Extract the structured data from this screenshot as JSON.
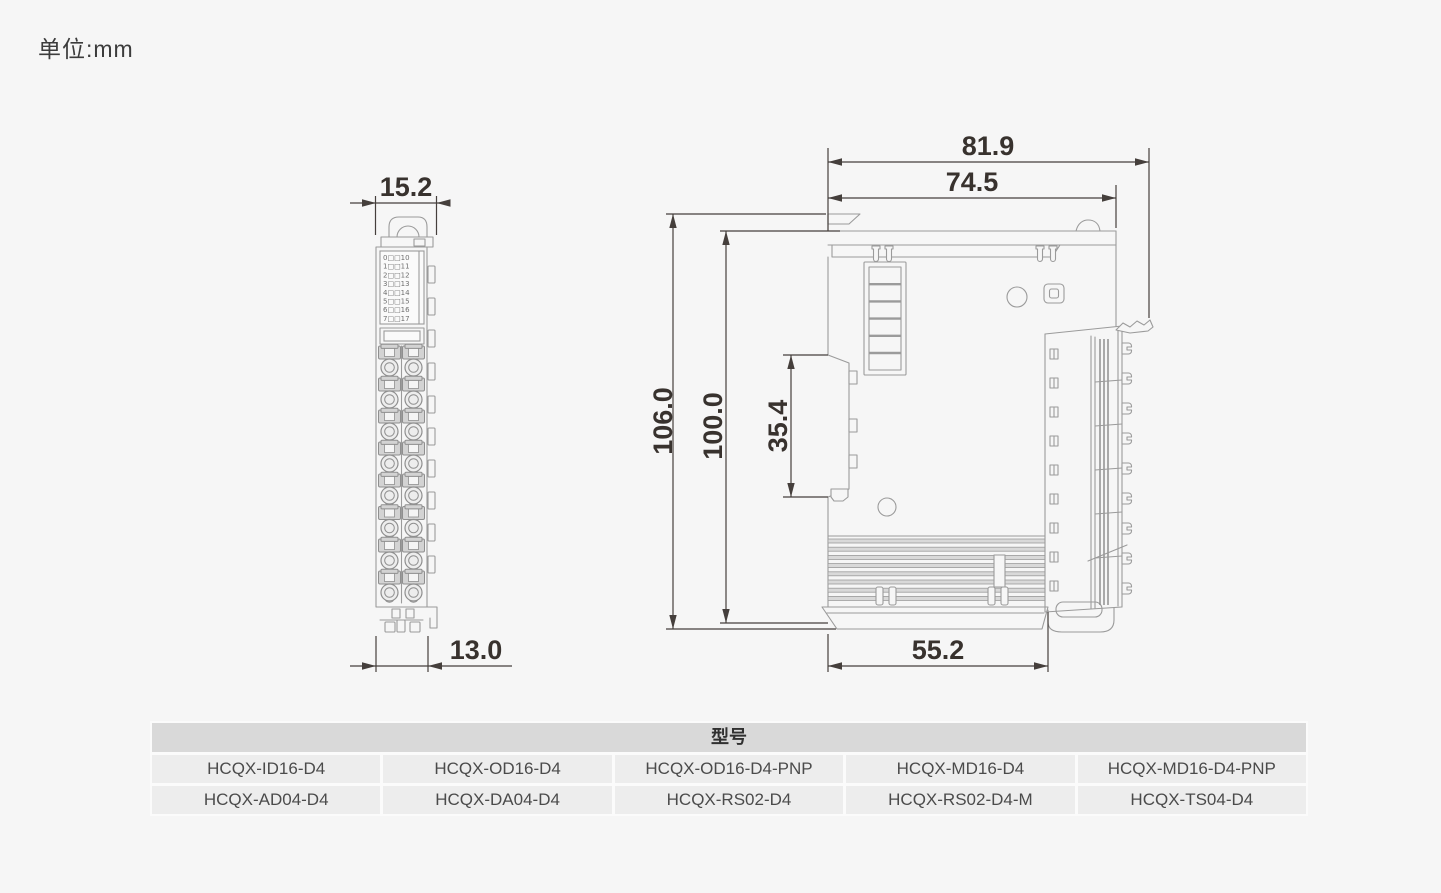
{
  "unit_label": "单位:mm",
  "front_view": {
    "dims": {
      "width_top": "15.2",
      "width_bottom": "13.0"
    },
    "led_labels": [
      "0□□10",
      "1□□11",
      "2□□12",
      "3□□13",
      "4□□14",
      "5□□15",
      "6□□16",
      "7□□17"
    ]
  },
  "side_view": {
    "dims": {
      "overall_width": "81.9",
      "body_width": "74.5",
      "overall_height": "106.0",
      "body_height": "100.0",
      "din_notch_height": "35.4",
      "base_width": "55.2"
    }
  },
  "table": {
    "header": "型号",
    "rows": [
      [
        "HCQX-ID16-D4",
        "HCQX-OD16-D4",
        "HCQX-OD16-D4-PNP",
        "HCQX-MD16-D4",
        "HCQX-MD16-D4-PNP"
      ],
      [
        "HCQX-AD04-D4",
        "HCQX-DA04-D4",
        "HCQX-RS02-D4",
        "HCQX-RS02-D4-M",
        "HCQX-TS04-D4"
      ]
    ]
  },
  "colors": {
    "page_bg": "#f6f6f6",
    "drawing_line": "#9b9b9b",
    "dimension": "#38322e",
    "table_header_bg": "#d9d9d9",
    "table_cell_bg": "#ededed"
  }
}
